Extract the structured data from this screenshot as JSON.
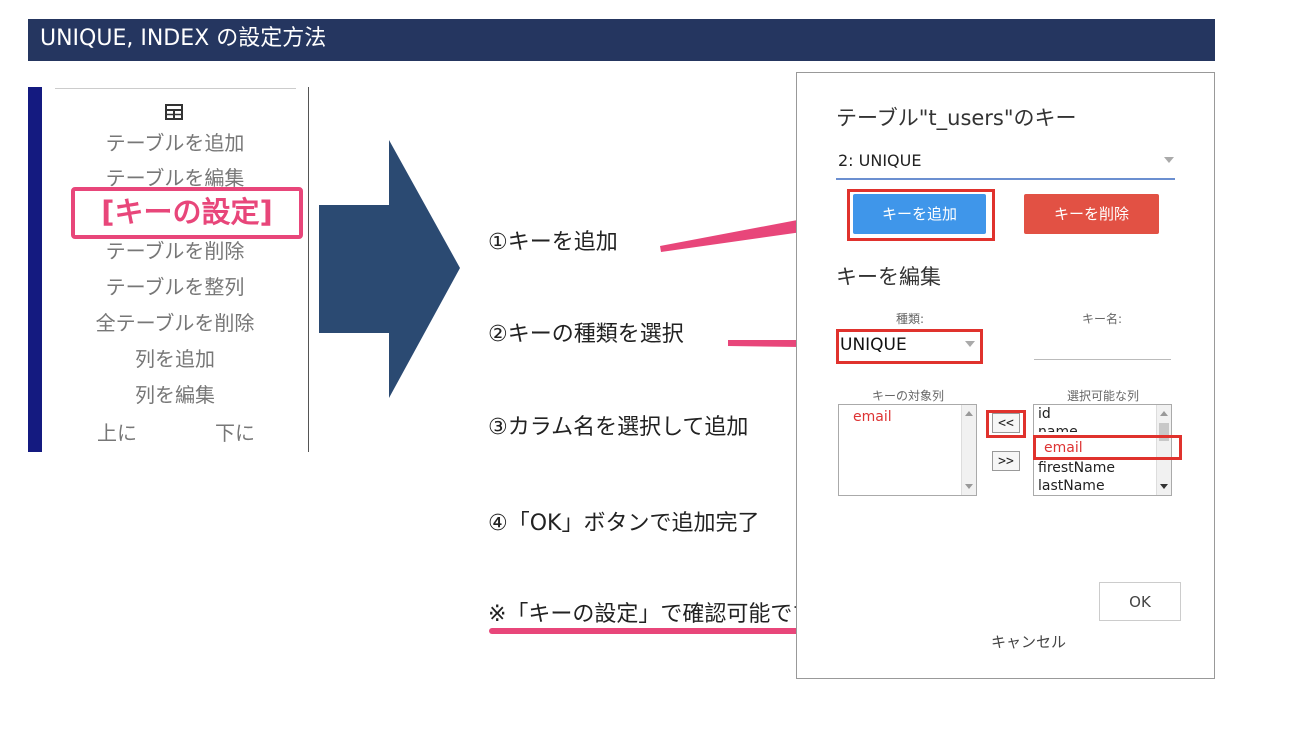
{
  "header": {
    "title": "UNIQUE, INDEX の設定方法"
  },
  "sidebar": {
    "items": [
      "テーブルを追加",
      "テーブルを編集",
      "テーブルを削除",
      "テーブルを整列",
      "全テーブルを削除",
      "列を追加",
      "列を編集"
    ],
    "up_label": "上に",
    "down_label": "下に",
    "highlighted_item": "[キーの設定]"
  },
  "steps": {
    "step1": "①キーを追加",
    "step2": "②キーの種類を選択",
    "step3": "③カラム名を選択して追加",
    "step4": "④「OK」ボタンで追加完了",
    "note": "※「キーの設定」で確認可能です。"
  },
  "dialog": {
    "title": "テーブル\"t_users\"のキー",
    "key_select_value": "2: UNIQUE",
    "add_key_label": "キーを追加",
    "delete_key_label": "キーを削除",
    "edit_heading": "キーを編集",
    "type_label": "種類:",
    "type_value": "UNIQUE",
    "key_name_label": "キー名:",
    "target_columns_label": "キーの対象列",
    "target_columns": [
      "email"
    ],
    "available_columns_label": "選択可能な列",
    "available_columns": [
      "id",
      "name",
      "email",
      "firestName",
      "lastName"
    ],
    "selected_available": "email",
    "move_left_label": "<<",
    "move_right_label": ">>",
    "ok_label": "OK",
    "cancel_label": "キャンセル"
  },
  "colors": {
    "header_bg": "#253660",
    "accent_pink": "#e8467a",
    "add_button": "#3f96ea",
    "delete_button": "#e25144",
    "highlight_red": "#e0322d",
    "arrow_navy": "#2b4a72"
  }
}
